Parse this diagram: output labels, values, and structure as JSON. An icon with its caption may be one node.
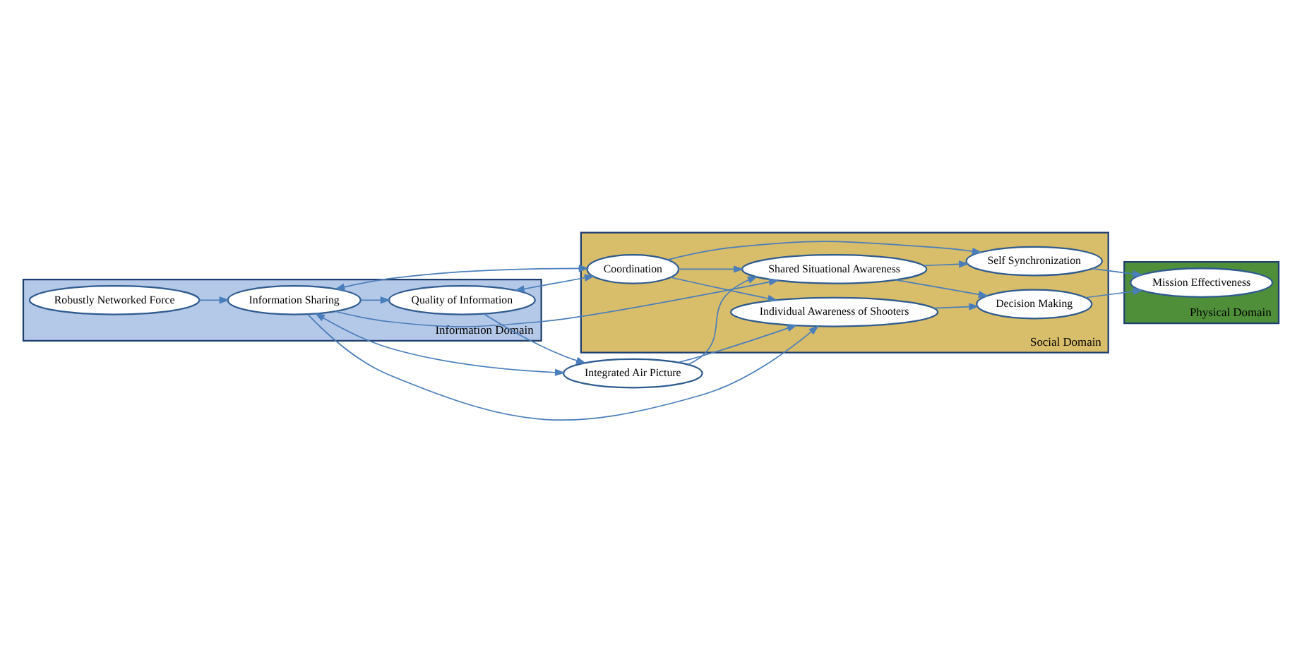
{
  "diagram": {
    "nodes": [
      {
        "text": [
          "Information Domain"
        ]
      },
      {
        "text": [
          "Social Domain"
        ]
      },
      {
        "text": [
          "Physical Domain"
        ]
      },
      {
        "text": [
          "Robustly Networked Force"
        ],
        "in": 0
      },
      {
        "text": [
          "Information Sharing"
        ],
        "in": 0
      },
      {
        "text": [
          "Quality of Information"
        ],
        "in": 0
      },
      {
        "text": [
          "Integrated Air Picture"
        ]
      },
      {
        "text": [
          "Individual Awareness of Shooters"
        ],
        "in": 1
      },
      {
        "text": [
          "Decision Making"
        ],
        "in": 1
      },
      {
        "text": [
          "Shared Situational Awareness"
        ],
        "in": 1
      },
      {
        "text": [
          "Self Synchronization"
        ],
        "in": 1
      },
      {
        "text": [
          "Coordination"
        ],
        "in": 1
      },
      {
        "text": [
          "Mission Effectiveness"
        ],
        "in": 2
      }
    ],
    "edges": [
      {
        "from": 3,
        "to": 4,
        "arrow": "to"
      },
      {
        "from": 4,
        "to": 5,
        "arrow": "to"
      },
      {
        "from": 4,
        "to": 7,
        "arrow": "to"
      },
      {
        "from": 6,
        "to": 4,
        "arrow": "both"
      },
      {
        "from": 5,
        "to": 6,
        "arrow": "to"
      },
      {
        "from": 4,
        "to": 9,
        "arrow": "to"
      },
      {
        "from": 4,
        "to": 11,
        "arrow": "both"
      },
      {
        "from": 5,
        "to": 11,
        "arrow": "both"
      },
      {
        "from": 6,
        "to": 7,
        "arrow": "to"
      },
      {
        "from": 6,
        "to": 9,
        "arrow": "to"
      },
      {
        "from": 11,
        "to": 7,
        "arrow": "to"
      },
      {
        "from": 11,
        "to": 9,
        "arrow": "to"
      },
      {
        "from": 11,
        "to": 10,
        "arrow": "to"
      },
      {
        "from": 7,
        "to": 8,
        "arrow": "to"
      },
      {
        "from": 9,
        "to": 8,
        "arrow": "to"
      },
      {
        "from": 9,
        "to": 10,
        "arrow": "to"
      },
      {
        "from": 8,
        "to": 12,
        "arrow": "to"
      },
      {
        "from": 10,
        "to": 12,
        "arrow": "to"
      }
    ]
  }
}
